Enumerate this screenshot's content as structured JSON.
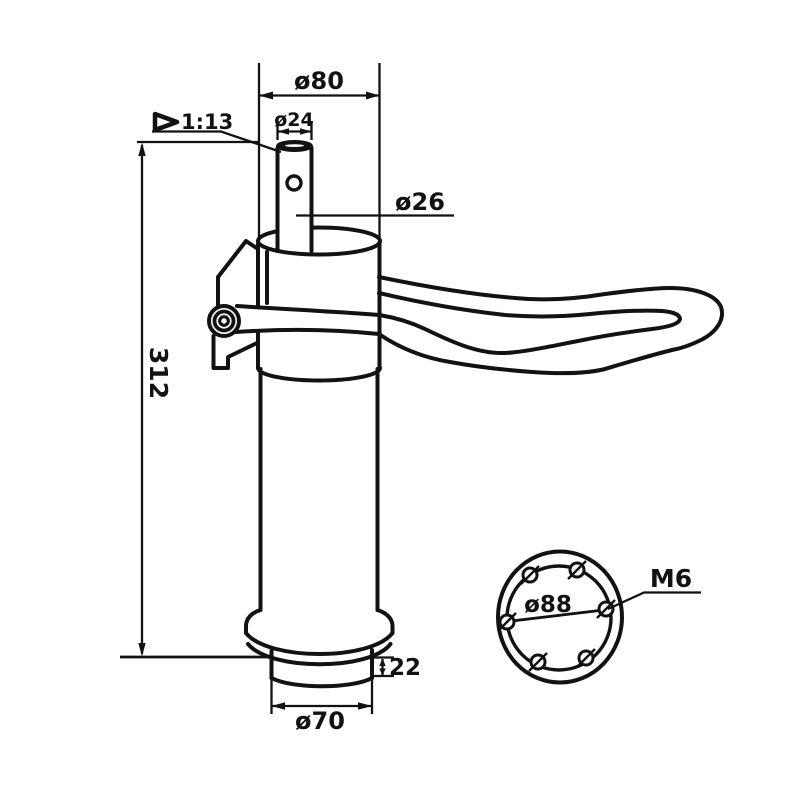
{
  "drawing": {
    "background": "#ffffff",
    "line_color": "#121212",
    "dimensions": {
      "top_diameter": "ø80",
      "pin_bore_diameter": "ø24",
      "taper": "1:13",
      "pin_outer_diameter": "ø26",
      "overall_height": "312",
      "spigot_height": "22",
      "spigot_diameter": "ø70",
      "bolt_circle_diameter": "ø88",
      "thread": "M6"
    }
  }
}
